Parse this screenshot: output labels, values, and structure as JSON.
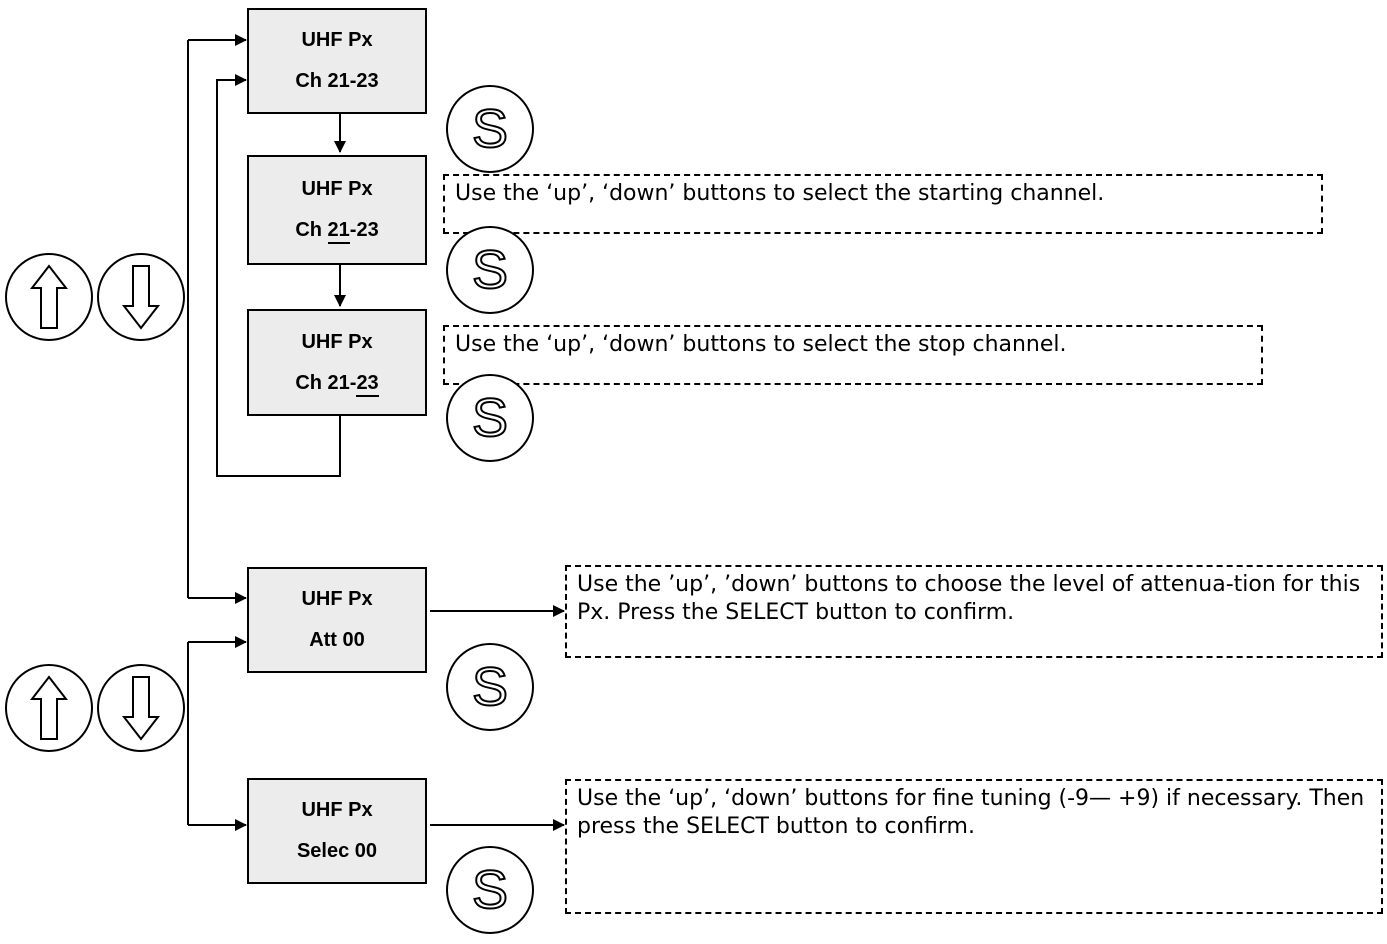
{
  "display_boxes": [
    {
      "line1": "UHF Px",
      "line2": "Ch 21-23"
    },
    {
      "line1": "UHF Px",
      "line2_pre": "Ch ",
      "line2_u": "21",
      "line2_post": "-23"
    },
    {
      "line1": "UHF Px",
      "line2_pre": "Ch 21-",
      "line2_u": "23",
      "line2_post": ""
    },
    {
      "line1": "UHF Px",
      "line2": "Att 00"
    },
    {
      "line1": "UHF Px",
      "line2": "Selec 00"
    }
  ],
  "notes": [
    "Use the ‘up’, ‘down’ buttons to select the starting channel.",
    "Use the ‘up’, ‘down’ buttons to select the stop channel.",
    "Use the ’up’, ’down’ buttons to choose the level of attenua-tion for this Px. Press the SELECT button to confirm.",
    "Use the ‘up’, ‘down’ buttons  for fine tuning  (-9— +9)  if necessary.  Then press the SELECT button to confirm."
  ],
  "select_button_glyph": "S",
  "icons": [
    "up-arrow-icon",
    "down-arrow-icon",
    "select-s-icon"
  ]
}
